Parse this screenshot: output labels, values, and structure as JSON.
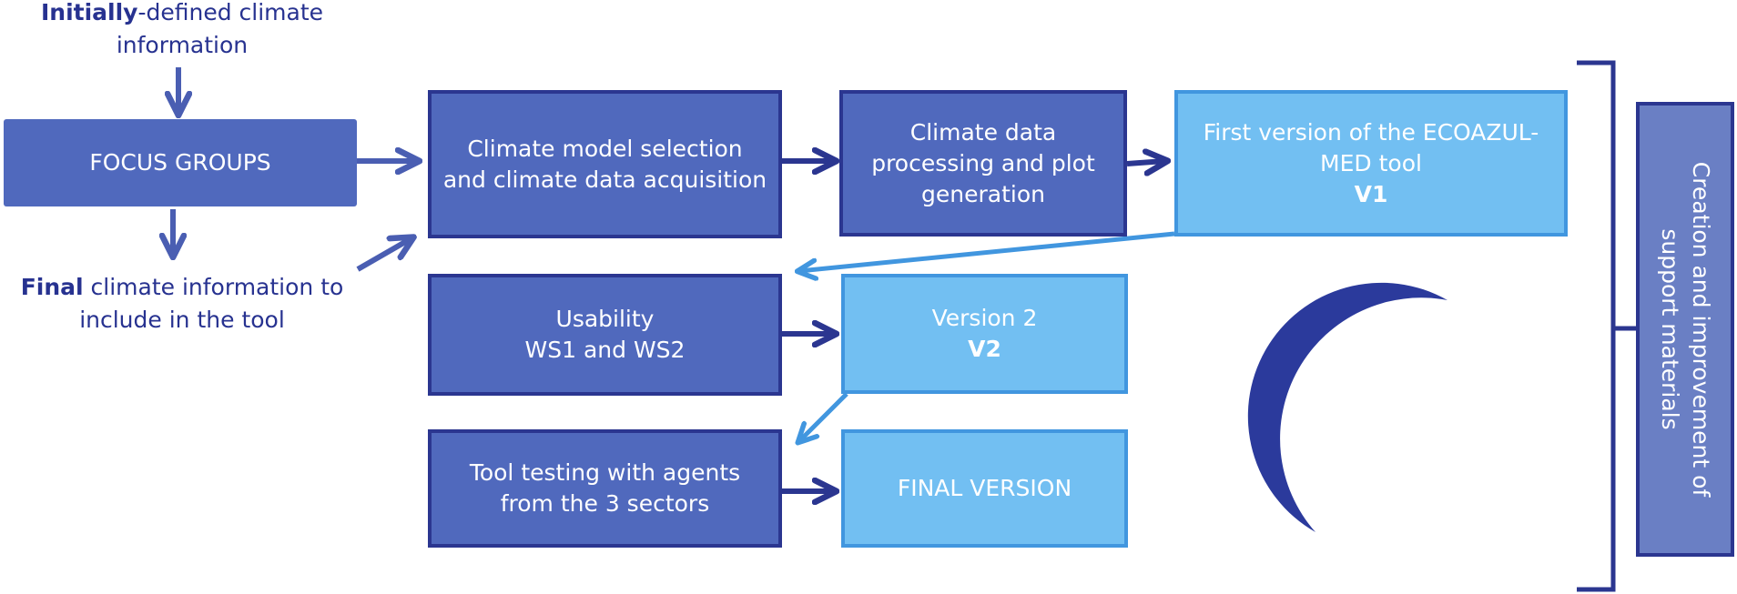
{
  "annotations": {
    "initial_bold": "Initially",
    "initial_rest": "-defined climate",
    "initial_line2": "information",
    "final_bold": "Final",
    "final_rest": " climate information to",
    "final_line2": "include in the tool"
  },
  "boxes": {
    "focus_groups": "FOCUS GROUPS",
    "model_selection": "Climate model selection and climate data acquisition",
    "data_processing": "Climate data processing and plot generation",
    "first_version": "First version of the ECOAZUL-MED tool",
    "first_version_tag": "V1",
    "usability_line1": "Usability",
    "usability_line2": "WS1 and WS2",
    "version2": "Version 2",
    "version2_tag": "V2",
    "tool_testing": "Tool testing with agents from the 3 sectors",
    "final_version": "FINAL VERSION"
  },
  "side_panel": {
    "label": "Creation and improvement of support materials"
  },
  "colors": {
    "dark_box": "#5069bd",
    "dark_border": "#2b3690",
    "light_box": "#72bff2",
    "light_border": "#4196df",
    "arrow": "#2b3690",
    "arrow_light": "#4196df",
    "text_dark": "#273290"
  },
  "logo": {
    "name": "crescent-logo-icon"
  }
}
